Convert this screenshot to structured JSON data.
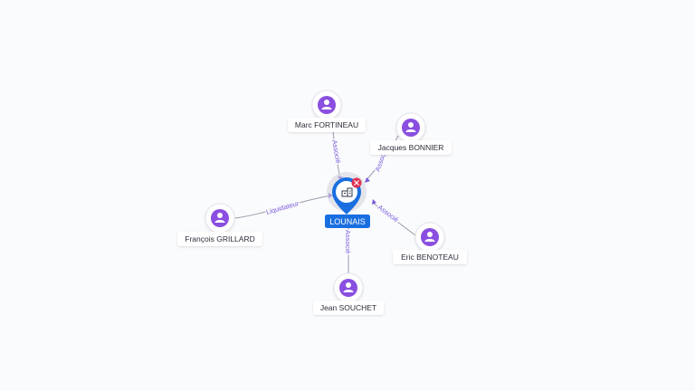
{
  "center": {
    "label": "LOUNAIS",
    "icon": "building-icon",
    "badge_icon": "close-icon",
    "color": "#1a6fe0",
    "badge_color": "#e03050"
  },
  "nodes": [
    {
      "id": "marc",
      "label": "Marc FORTINEAU",
      "icon": "person-icon",
      "relation": "Associé"
    },
    {
      "id": "jacques",
      "label": "Jacques BONNIER",
      "icon": "person-icon",
      "relation": "Associé"
    },
    {
      "id": "eric",
      "label": "Eric BENOTEAU",
      "icon": "person-icon",
      "relation": "Associé"
    },
    {
      "id": "jean",
      "label": "Jean SOUCHET",
      "icon": "person-icon",
      "relation": "Associé"
    },
    {
      "id": "francois",
      "label": "François GRILLARD",
      "icon": "person-icon",
      "relation": "Liquidateur"
    }
  ],
  "colors": {
    "person_node": "#8a4fe0",
    "edge_label": "#7a5ad8",
    "background": "#fafbfd"
  }
}
